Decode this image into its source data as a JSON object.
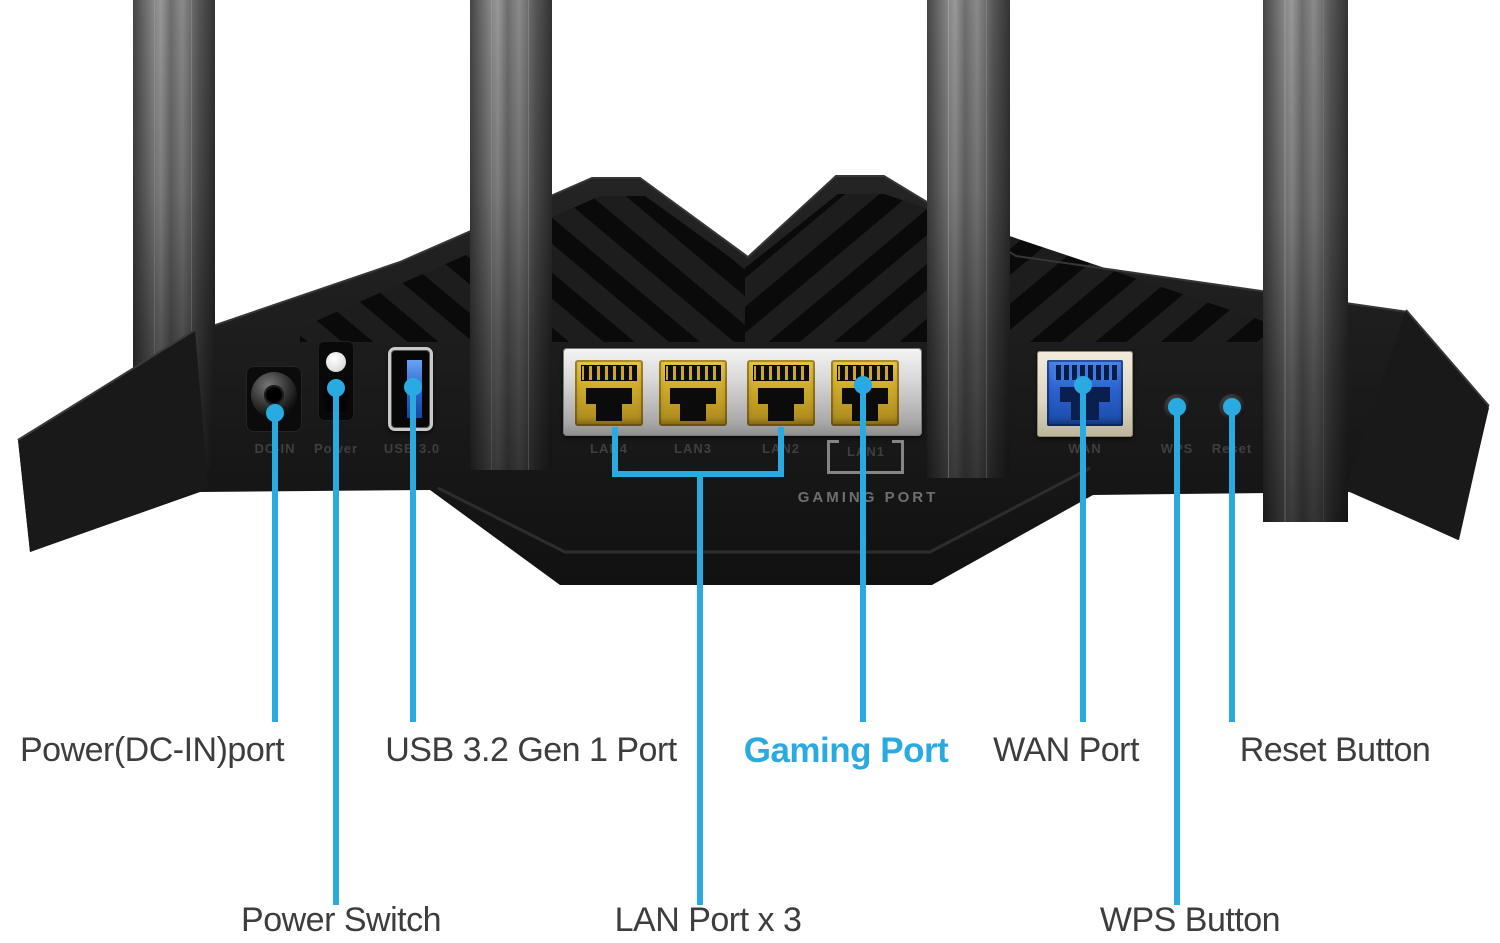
{
  "colors": {
    "background": "#ffffff",
    "accent": "#29abe2",
    "label_text": "#3d3d3d",
    "body_dark": "#1b1b1b",
    "lan_yellow": "#cda92a",
    "wan_blue": "#2a63cf"
  },
  "callouts": {
    "power_dc_in": {
      "label": "Power(DC-IN)port"
    },
    "usb": {
      "label": "USB 3.2 Gen 1 Port"
    },
    "gaming": {
      "label": "Gaming Port"
    },
    "wan": {
      "label": "WAN Port"
    },
    "reset": {
      "label": "Reset Button"
    },
    "power_switch": {
      "label": "Power Switch"
    },
    "lan": {
      "label": "LAN Port x 3"
    },
    "wps": {
      "label": "WPS Button"
    }
  },
  "panel_labels": {
    "dc_in": "DC-IN",
    "power": "Power",
    "usb": "USB 3.0",
    "lan4": "LAN4",
    "lan3": "LAN3",
    "lan2": "LAN2",
    "lan1": "LAN1",
    "wan": "WAN",
    "wps": "WPS",
    "reset": "Reset",
    "gaming_bracket": "GAMING PORT"
  }
}
